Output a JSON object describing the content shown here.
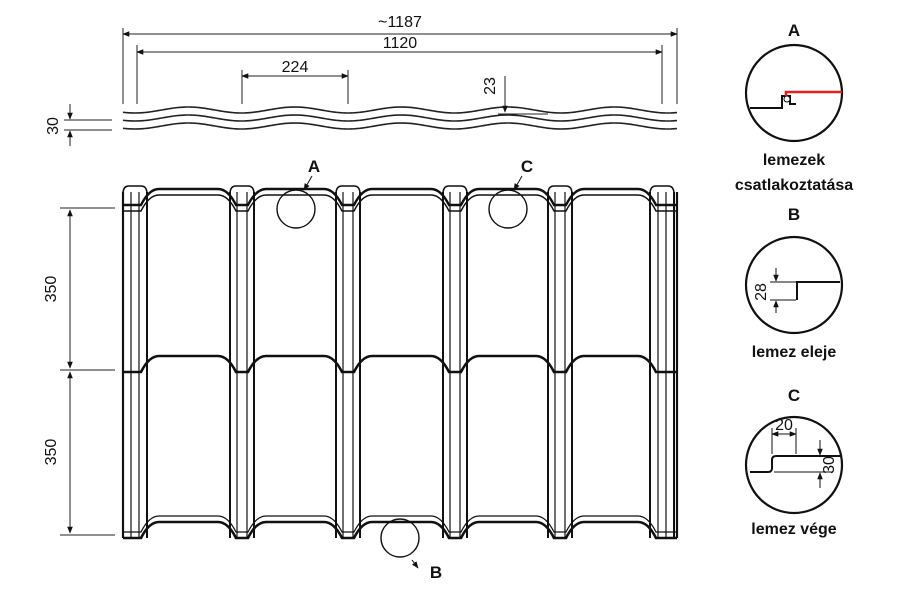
{
  "profile": {
    "overall_width": "~1187",
    "effective_width": "1120",
    "wave_pitch": "224",
    "profile_height": "23",
    "total_height": "30"
  },
  "sheet": {
    "step_upper": "350",
    "step_lower": "350",
    "marker_a": "A",
    "marker_b": "B",
    "marker_c": "C"
  },
  "details": {
    "a": {
      "letter": "A",
      "caption_line1": "lemezek",
      "caption_line2": "csatlakoztatása",
      "accent_color": "#e4201e"
    },
    "b": {
      "letter": "B",
      "dim": "28",
      "caption": "lemez eleje"
    },
    "c": {
      "letter": "C",
      "dim_width": "20",
      "dim_height": "30",
      "caption": "lemez vége"
    }
  }
}
